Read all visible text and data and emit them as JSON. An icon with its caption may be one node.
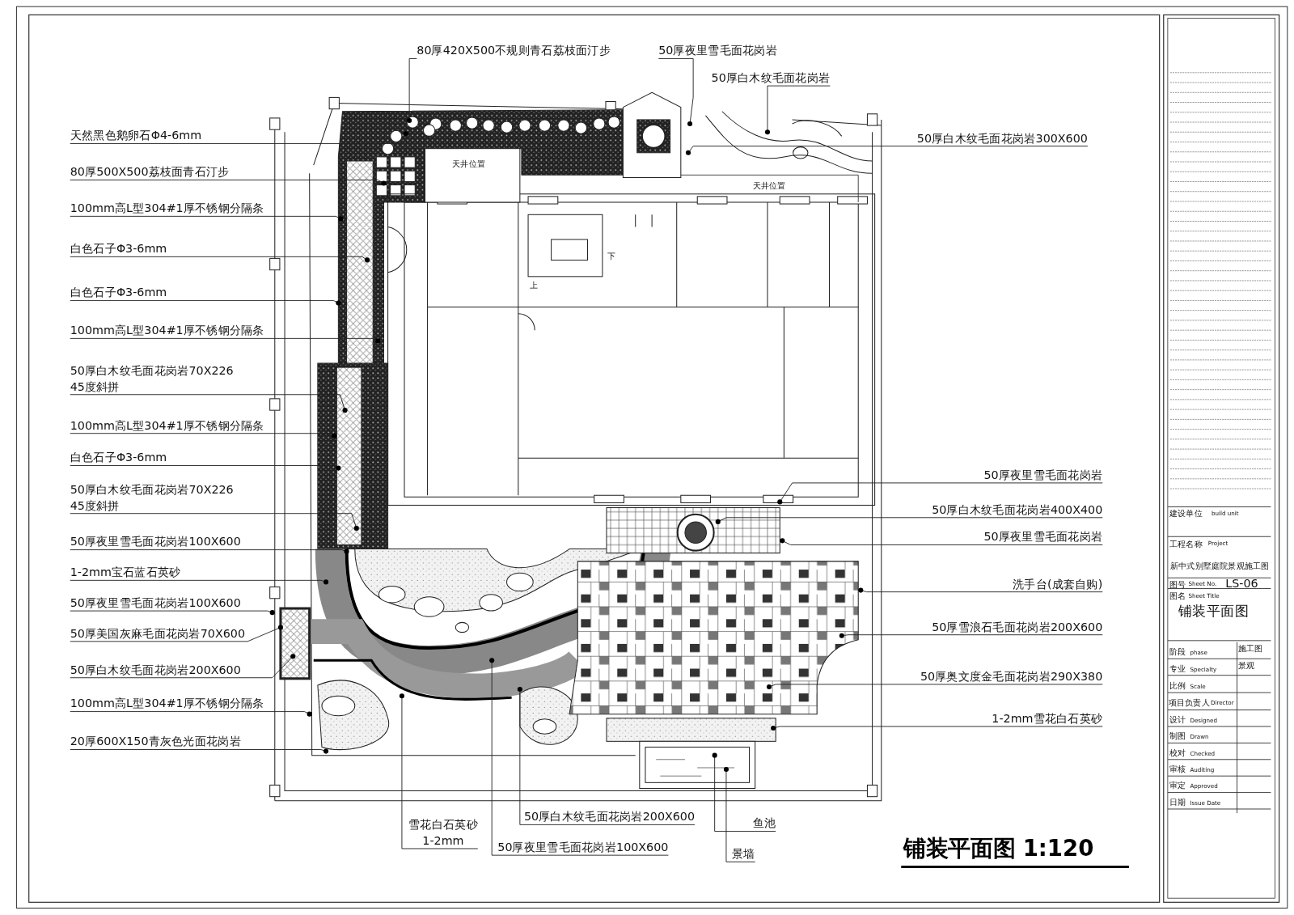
{
  "diagram": {
    "title": "铺装平面图 1:120",
    "nodes": [
      {
        "text": [
          "80厚420X500不规则青石荔枝面汀步"
        ]
      },
      {
        "text": [
          "50厚夜里雪毛面花岗岩"
        ]
      },
      {
        "text": [
          "50厚白木纹毛面花岗岩"
        ]
      },
      {
        "text": [
          "50厚白木纹毛面花岗岩300X600"
        ]
      },
      {
        "text": [
          "天然黑色鹅卵石Φ4-6mm"
        ]
      },
      {
        "text": [
          "80厚500X500荔枝面青石汀步"
        ]
      },
      {
        "text": [
          "100mm高L型304#1厚不锈钢分隔条"
        ]
      },
      {
        "text": [
          "白色石子Φ3-6mm"
        ]
      },
      {
        "text": [
          "白色石子Φ3-6mm"
        ]
      },
      {
        "text": [
          "100mm高L型304#1厚不锈钢分隔条"
        ]
      },
      {
        "text": [
          "50厚白木纹毛面花岗岩70X226",
          "45度斜拼"
        ]
      },
      {
        "text": [
          "100mm高L型304#1厚不锈钢分隔条"
        ]
      },
      {
        "text": [
          "白色石子Φ3-6mm"
        ]
      },
      {
        "text": [
          "50厚白木纹毛面花岗岩70X226",
          "45度斜拼"
        ]
      },
      {
        "text": [
          "50厚夜里雪毛面花岗岩100X600"
        ]
      },
      {
        "text": [
          "1-2mm宝石蓝石英砂"
        ]
      },
      {
        "text": [
          "50厚夜里雪毛面花岗岩100X600"
        ]
      },
      {
        "text": [
          "50厚美国灰麻毛面花岗岩70X600"
        ]
      },
      {
        "text": [
          "50厚白木纹毛面花岗岩200X600"
        ]
      },
      {
        "text": [
          "100mm高L型304#1厚不锈钢分隔条"
        ]
      },
      {
        "text": [
          "20厚600X150青灰色光面花岗岩"
        ]
      },
      {
        "text": [
          "50厚夜里雪毛面花岗岩"
        ]
      },
      {
        "text": [
          "50厚白木纹毛面花岗岩400X400"
        ]
      },
      {
        "text": [
          "50厚夜里雪毛面花岗岩"
        ]
      },
      {
        "text": [
          "洗手台(成套自购)"
        ]
      },
      {
        "text": [
          "50厚雪浪石毛面花岗岩200X600"
        ]
      },
      {
        "text": [
          "50厚奥文度金毛面花岗岩290X380"
        ]
      },
      {
        "text": [
          "1-2mm雪花白石英砂"
        ]
      },
      {
        "text": [
          "雪花白石英砂",
          "1-2mm"
        ]
      },
      {
        "text": [
          "50厚白木纹毛面花岗岩200X600"
        ]
      },
      {
        "text": [
          "50厚夜里雪毛面花岗岩100X600"
        ]
      },
      {
        "text": [
          "鱼池"
        ]
      },
      {
        "text": [
          "景墙"
        ]
      }
    ],
    "edges": [
      {
        "from": 0,
        "to": null,
        "arrow": "other"
      },
      {
        "from": 1,
        "to": null,
        "arrow": "other"
      },
      {
        "from": 2,
        "to": null,
        "arrow": "other"
      },
      {
        "from": 3,
        "to": null,
        "arrow": "other"
      },
      {
        "from": 4,
        "to": null,
        "arrow": "other"
      },
      {
        "from": 5,
        "to": null,
        "arrow": "other"
      },
      {
        "from": 6,
        "to": null,
        "arrow": "other"
      },
      {
        "from": 7,
        "to": null,
        "arrow": "other"
      },
      {
        "from": 8,
        "to": null,
        "arrow": "other"
      },
      {
        "from": 9,
        "to": null,
        "arrow": "other"
      },
      {
        "from": 10,
        "to": null,
        "arrow": "other"
      },
      {
        "from": 11,
        "to": null,
        "arrow": "other"
      },
      {
        "from": 12,
        "to": null,
        "arrow": "other"
      },
      {
        "from": 13,
        "to": null,
        "arrow": "other"
      },
      {
        "from": 14,
        "to": null,
        "arrow": "other"
      },
      {
        "from": 15,
        "to": null,
        "arrow": "other"
      },
      {
        "from": 16,
        "to": null,
        "arrow": "other"
      },
      {
        "from": 17,
        "to": null,
        "arrow": "other"
      },
      {
        "from": 18,
        "to": null,
        "arrow": "other"
      },
      {
        "from": 19,
        "to": null,
        "arrow": "other"
      },
      {
        "from": 20,
        "to": null,
        "arrow": "other"
      },
      {
        "from": 21,
        "to": null,
        "arrow": "other"
      },
      {
        "from": 22,
        "to": null,
        "arrow": "other"
      },
      {
        "from": 23,
        "to": null,
        "arrow": "other"
      },
      {
        "from": 24,
        "to": null,
        "arrow": "other"
      },
      {
        "from": 25,
        "to": null,
        "arrow": "other"
      },
      {
        "from": 26,
        "to": null,
        "arrow": "other"
      },
      {
        "from": 27,
        "to": null,
        "arrow": "other"
      },
      {
        "from": 28,
        "to": null,
        "arrow": "other"
      },
      {
        "from": 29,
        "to": null,
        "arrow": "other"
      },
      {
        "from": 30,
        "to": null,
        "arrow": "other"
      },
      {
        "from": 31,
        "to": null,
        "arrow": "other"
      },
      {
        "from": 32,
        "to": null,
        "arrow": "other"
      }
    ],
    "labels": [
      "天井位置",
      "天井位置",
      "上",
      "下",
      "建设单位",
      "build unit",
      "工程名称",
      "Project",
      "新中式别墅庭院景观施工图",
      "图号",
      "Sheet No.",
      "LS-06",
      "图名",
      "Sheet Title",
      "铺装平面图",
      "阶段",
      "phase",
      "施工图",
      "专业",
      "Specialty",
      "景观",
      "比例",
      "Scale",
      "项目负责人",
      "Director",
      "设计",
      "Designed",
      "制图",
      "Drawn",
      "校对",
      "Checked",
      "审核",
      "Auditing",
      "审定",
      "Approved",
      "日期",
      "Issue Date"
    ]
  }
}
